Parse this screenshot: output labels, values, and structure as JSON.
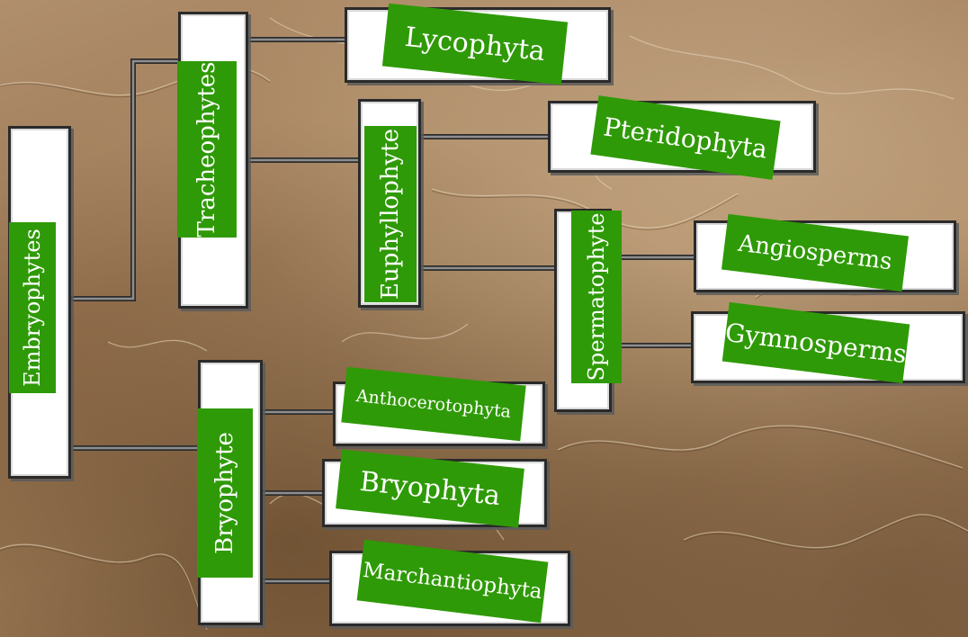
{
  "diagram": {
    "root": "Embryophytes",
    "nodes": {
      "embryophytes": "Embryophytes",
      "tracheophytes": "Tracheophytes",
      "bryophyte": "Bryophyte",
      "lycophyta": "Lycophyta",
      "euphyllophyte": "Euphyllophyte",
      "pteridophyta": "Pteridophyta",
      "spermatophyte": "Spermatophyte",
      "angiosperms": "Angiosperms",
      "gymnosperms": "Gymnosperms",
      "anthocerotophyta": "Anthocerotophyta",
      "bryophyta": "Bryophyta",
      "marchantiophyta": "Marchantiophyta"
    },
    "edges": [
      [
        "Embryophytes",
        "Tracheophytes"
      ],
      [
        "Embryophytes",
        "Bryophyte"
      ],
      [
        "Tracheophytes",
        "Lycophyta"
      ],
      [
        "Tracheophytes",
        "Euphyllophyte"
      ],
      [
        "Euphyllophyte",
        "Pteridophyta"
      ],
      [
        "Euphyllophyte",
        "Spermatophyte"
      ],
      [
        "Spermatophyte",
        "Angiosperms"
      ],
      [
        "Spermatophyte",
        "Gymnosperms"
      ],
      [
        "Bryophyte",
        "Anthocerotophyta"
      ],
      [
        "Bryophyte",
        "Bryophyta"
      ],
      [
        "Bryophyte",
        "Marchantiophyta"
      ]
    ]
  },
  "colors": {
    "label_green": "#2f9a07",
    "box_fill": "#ffffff",
    "connector": "#5a5a5a",
    "parchment": "#a8855f"
  }
}
